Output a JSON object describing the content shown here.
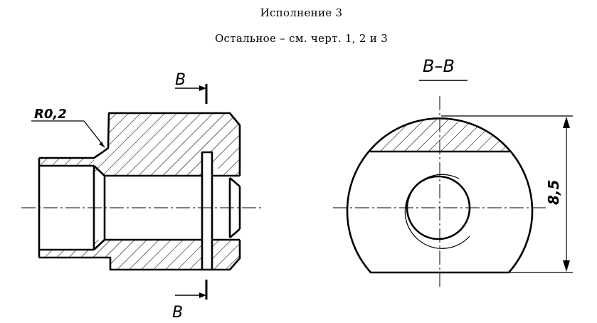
{
  "header": {
    "execution": "Исполнение  3",
    "note": "Остальное – см. черт. 1, 2 и 3"
  },
  "labels": {
    "section_title": "В–В",
    "section_mark_top": "В",
    "section_mark_bottom": "В",
    "radius": "R0,2",
    "dimension": "8,5"
  }
}
